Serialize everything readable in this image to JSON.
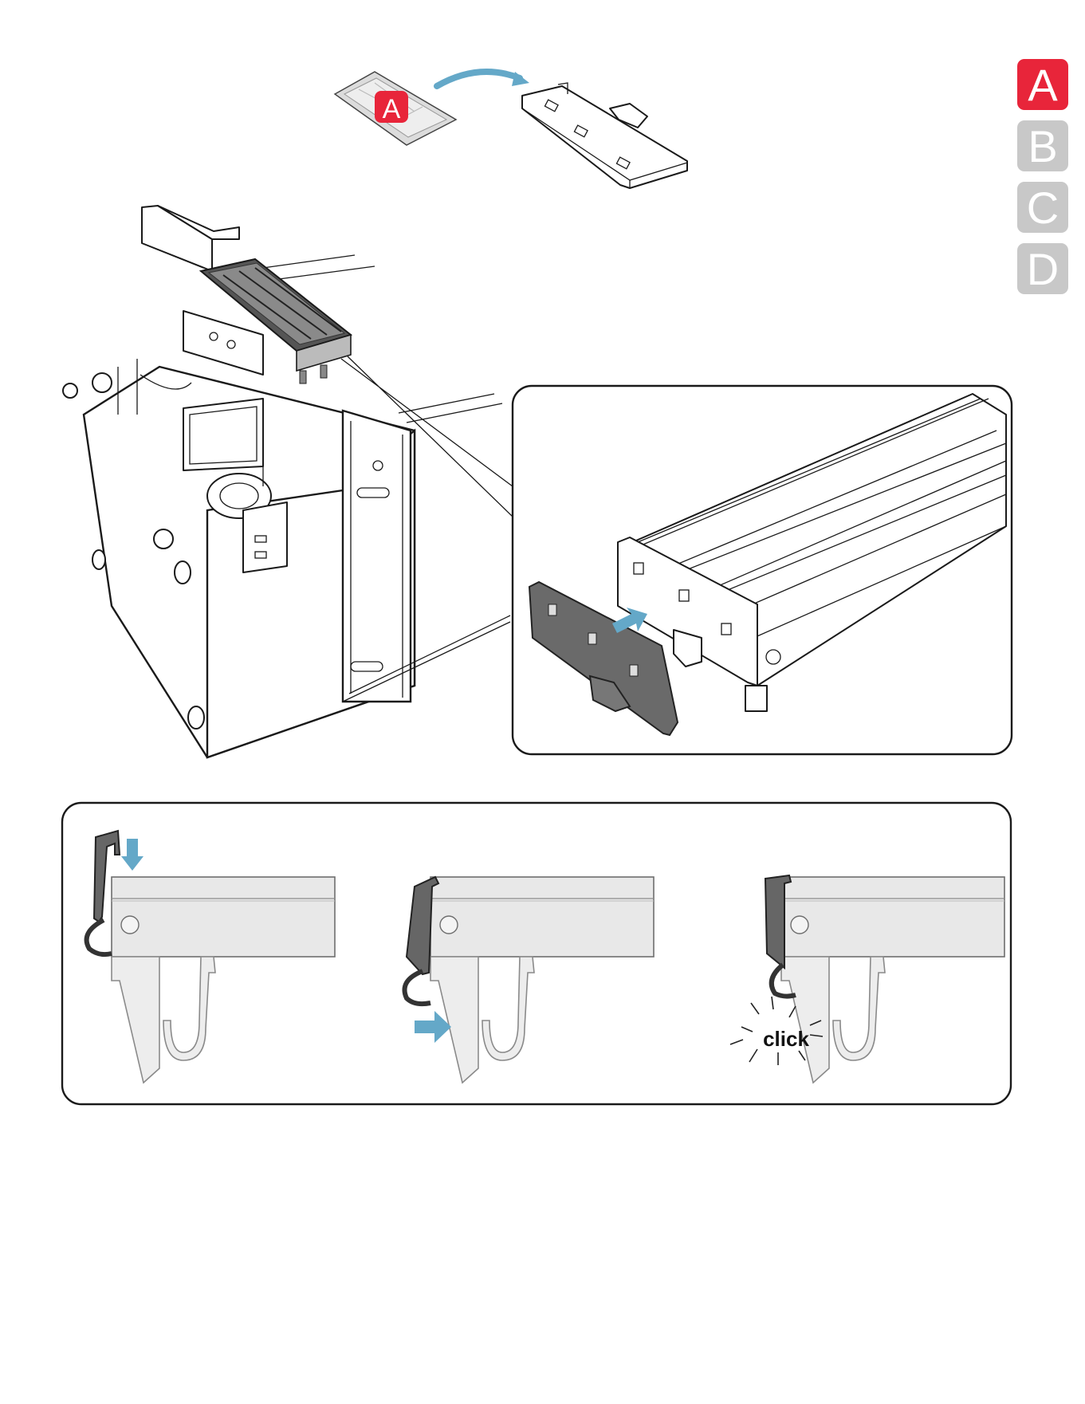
{
  "step_tabs": [
    {
      "letter": "A",
      "state": "active",
      "color": "#e8253a"
    },
    {
      "letter": "B",
      "state": "inactive",
      "color": "#c8c8c8"
    },
    {
      "letter": "C",
      "state": "inactive",
      "color": "#c8c8c8"
    },
    {
      "letter": "D",
      "state": "inactive",
      "color": "#c8c8c8"
    }
  ],
  "bag_label": "A",
  "click_label": "click",
  "colors": {
    "accent_red": "#e8253a",
    "arrow_blue": "#64a8c8",
    "tab_grey": "#c8c8c8",
    "part_grey": "#666666"
  }
}
